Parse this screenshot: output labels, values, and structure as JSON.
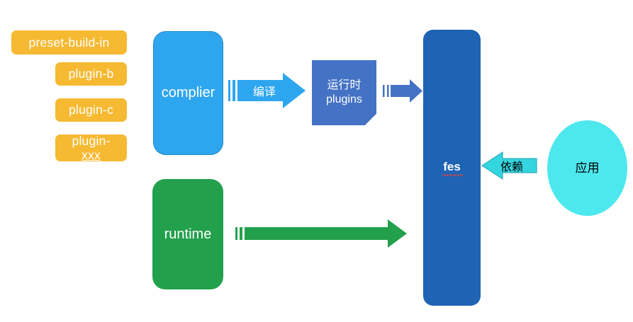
{
  "diagram": {
    "title": "fes architecture diagram",
    "background": "#ffffff",
    "plugins": {
      "preset": "preset-build-in",
      "items": [
        "plugin-b",
        "plugin-c"
      ],
      "wildcard_line1": "plugin-",
      "wildcard_line2": "xxx",
      "color": "#F6B932"
    },
    "compiler_box": {
      "label": "complier",
      "color": "#2EA6EF"
    },
    "runtime_box": {
      "label": "runtime",
      "color": "#22A04C"
    },
    "runtime_plugins_doc": {
      "line1": "运行时",
      "line2": "plugins",
      "color": "#4472C4"
    },
    "fes_box": {
      "label": "fes",
      "color": "#1F63B4",
      "spellcheck_underline_color": "#e8443a"
    },
    "app_ellipse": {
      "label": "应用",
      "color": "#4DE8ED"
    },
    "arrows": [
      {
        "name": "compile-arrow",
        "label": "编译",
        "color": "#2EA6EF",
        "direction": "right"
      },
      {
        "name": "plugins-to-fes-arrow",
        "label": "",
        "color": "#4472C4",
        "direction": "right"
      },
      {
        "name": "runtime-to-fes-arrow",
        "label": "",
        "color": "#22A04C",
        "direction": "right"
      },
      {
        "name": "depend-arrow",
        "label": "依赖",
        "color": "#35D5E0",
        "direction": "left"
      }
    ]
  }
}
